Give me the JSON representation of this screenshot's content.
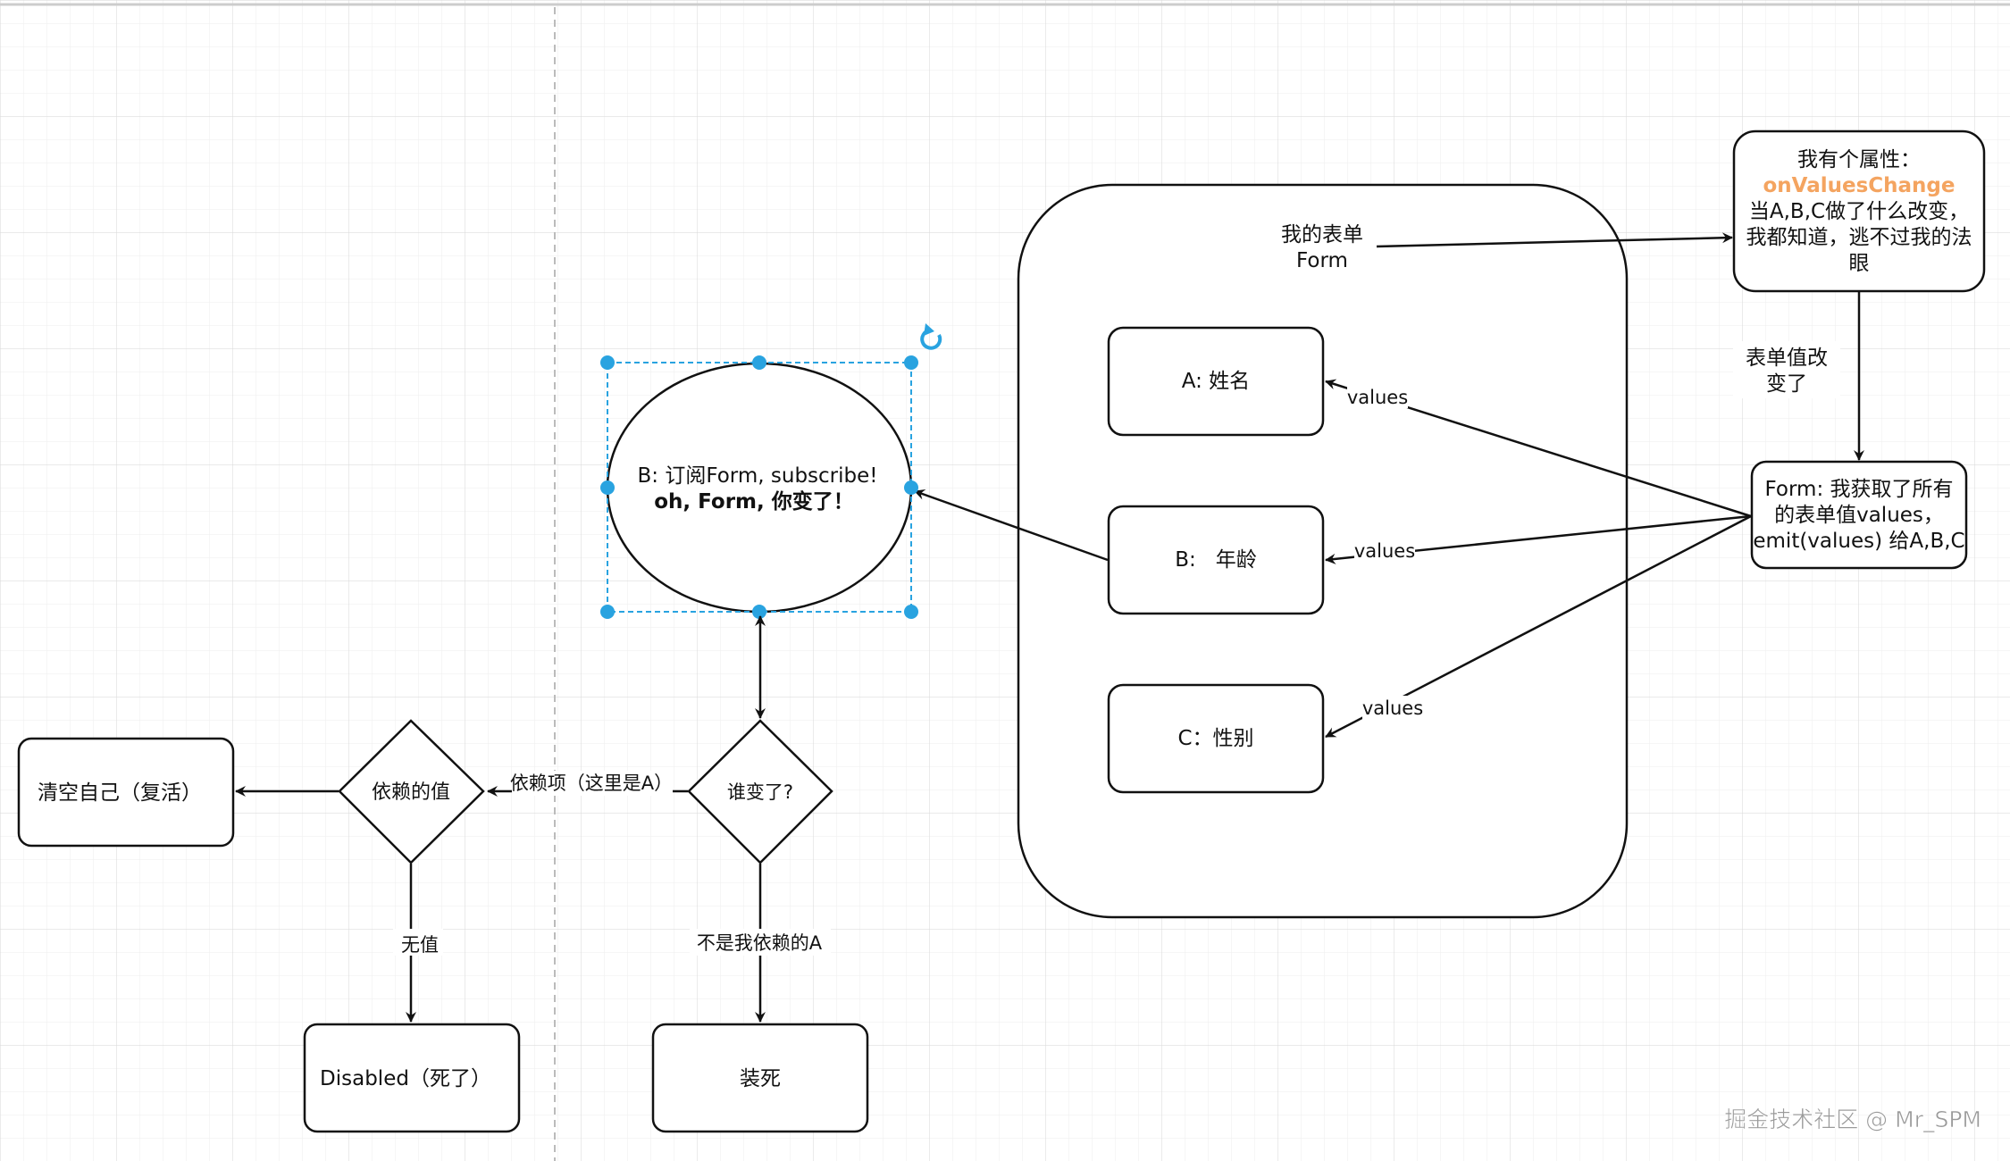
{
  "diagram": {
    "form_container_label": [
      "我的表单",
      "Form"
    ],
    "node_a": "A: 姓名",
    "node_b": "B:   年龄",
    "node_c": "C：性别",
    "ellipse_line1": "B: 订阅Form, subscribe!",
    "ellipse_line2": "oh, Form, 你变了！",
    "property_line1": "我有个属性：",
    "property_line2": "onValuesChange",
    "property_line3": "当A,B,C做了什么改变，",
    "property_line4": "我都知道，逃不过我的法",
    "property_line5": "眼",
    "values_changed_label": [
      "表单值改",
      "变了"
    ],
    "emit_line1": "Form: 我获取了所有",
    "emit_line2": "的表单值values，",
    "emit_line3": "emit(values) 给A,B,C",
    "values_label_a": "values",
    "values_label_b": "values",
    "values_label_c": "values",
    "who_changed": "谁变了?",
    "dependency_label": "依赖项（这里是A）",
    "dependent_value": "依赖的值",
    "clear_self": "清空自己（复活）",
    "no_value_label": "无值",
    "disabled_box": "Disabled（死了）",
    "not_my_dependency_label": "不是我依赖的A",
    "play_dead": "装死",
    "watermark": "掘金技术社区 @ Mr_SPM"
  },
  "colors": {
    "stroke": "#111111",
    "selection": "#29a3e0",
    "accent": "#f4a460",
    "grid": "#e6e6e6",
    "watermark": "#9a9a9a"
  }
}
